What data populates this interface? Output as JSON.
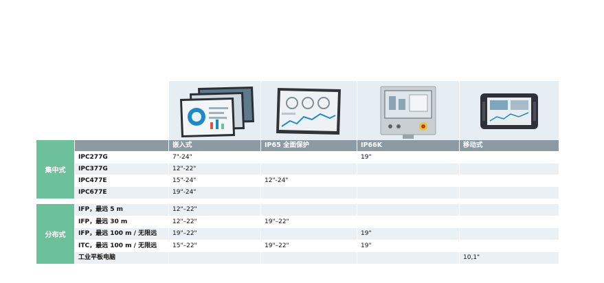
{
  "headers": [
    "",
    "嵌入式",
    "IP65 全面保护",
    "IP66K",
    "移动式"
  ],
  "groups": [
    {
      "label": "集中式",
      "rows": [
        [
          "IPC277G",
          "7\"-24\"",
          "",
          "19\"",
          ""
        ],
        [
          "IPC377G",
          "12\"-22\"",
          "",
          "",
          ""
        ],
        [
          "IPC477E",
          "15\"-24\"",
          "12\"-24\"",
          "",
          ""
        ],
        [
          "IPC677E",
          "19\"-24\"",
          "",
          "",
          ""
        ]
      ]
    },
    {
      "label": "分布式",
      "rows": [
        [
          "IFP，最远 5 m",
          "12\"–22\"",
          "",
          "",
          ""
        ],
        [
          "IFP，最远 30 m",
          "12\"–22\"",
          "19\"–22\"",
          "",
          ""
        ],
        [
          "IFP，最远 100 m / 无限远",
          "19\"–22\"",
          "",
          "19\"",
          ""
        ],
        [
          "ITC，最远 100 m / 无限远",
          "15\"–22\"",
          "19\"–22\"",
          "19\"",
          ""
        ],
        [
          "工业平板电脑",
          "",
          "",
          "",
          "10,1\""
        ]
      ]
    }
  ],
  "colors": {
    "group_green": "#6cc19a",
    "header_gray": "#8c9aa3",
    "row_alt": "#eaf0f3",
    "image_bg": "#e6eef3"
  }
}
